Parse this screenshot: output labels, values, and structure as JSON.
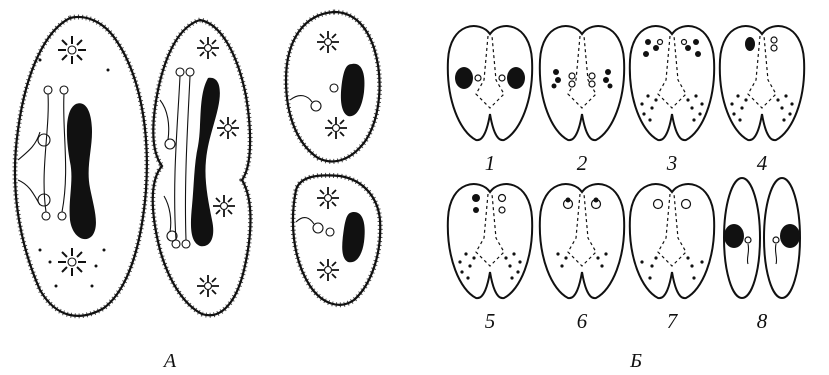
{
  "panels": [
    {
      "id": "A",
      "label": "А"
    },
    {
      "id": "B",
      "label": "Б"
    }
  ],
  "stages": [
    "1",
    "2",
    "3",
    "4",
    "5",
    "6",
    "7",
    "8"
  ]
}
